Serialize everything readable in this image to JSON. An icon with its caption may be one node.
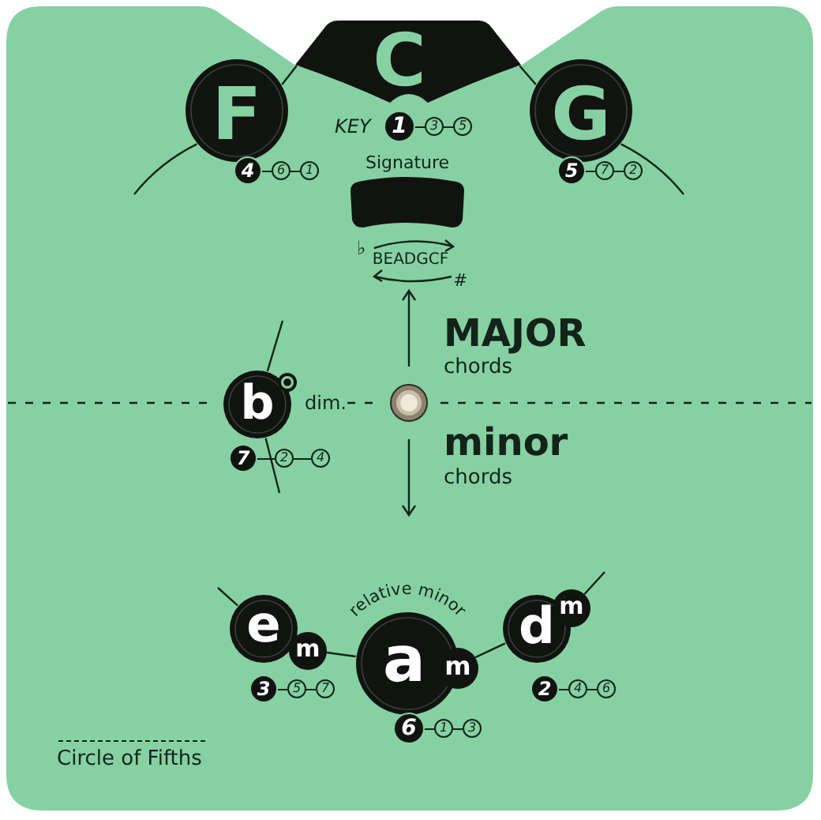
{
  "diagram": {
    "nodes": [
      {
        "text": [
          "F"
        ],
        "beside": [
          "4",
          "6",
          "1"
        ]
      },
      {
        "text": [
          "C"
        ],
        "beside": [
          "KEY",
          "1",
          "3",
          "5"
        ]
      },
      {
        "text": [
          "G"
        ],
        "beside": [
          "5",
          "7",
          "2"
        ]
      },
      {
        "text": [
          "Signature"
        ]
      },
      {
        "text": [
          "b"
        ],
        "beside": [
          "dim.",
          "7",
          "2",
          "4"
        ]
      },
      {
        "text": [
          "e",
          "m"
        ],
        "beside": [
          "3",
          "5",
          "7"
        ]
      },
      {
        "text": [
          "a",
          "m"
        ],
        "beside": [
          "relative minor",
          "6",
          "1",
          "3"
        ]
      },
      {
        "text": [
          "d",
          "m"
        ],
        "beside": [
          "2",
          "4",
          "6"
        ]
      }
    ],
    "edges": [
      {
        "from": 0,
        "to": 1,
        "arrow": "none"
      },
      {
        "from": 1,
        "to": 2,
        "arrow": "none"
      },
      {
        "from": 0,
        "to": null,
        "arrow": "none"
      },
      {
        "from": 2,
        "to": null,
        "arrow": "none"
      },
      {
        "from": 4,
        "to": null,
        "arrow": "none"
      },
      {
        "from": 4,
        "to": null,
        "arrow": "none"
      },
      {
        "from": 5,
        "to": null,
        "arrow": "none"
      },
      {
        "from": 5,
        "to": 6,
        "arrow": "none"
      },
      {
        "from": 6,
        "to": 7,
        "arrow": "none"
      },
      {
        "from": 7,
        "to": null,
        "arrow": "none"
      }
    ],
    "labels": [
      "♭",
      "BEADGCF",
      "#",
      "MAJOR",
      "chords",
      "minor",
      "chords",
      "Circle of Fifths"
    ]
  }
}
